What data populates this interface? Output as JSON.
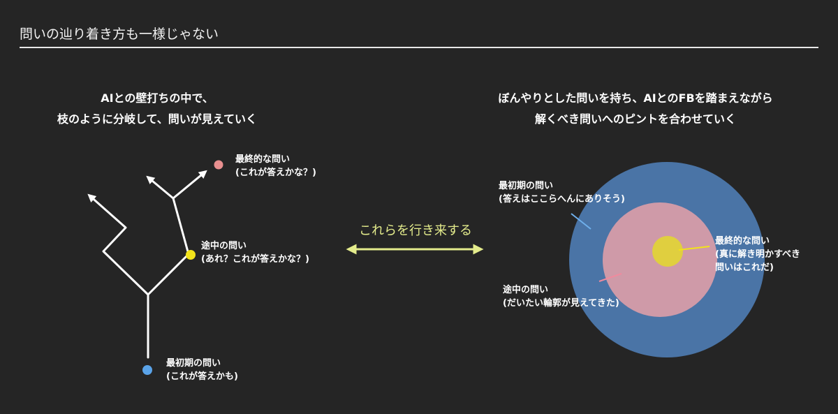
{
  "title": "問いの辿り着き方も一様じゃない",
  "left": {
    "heading": [
      "AIとの壁打ちの中で、",
      "枝のように分岐して、問いが見えていく"
    ],
    "labels": {
      "final": [
        "最終的な問い",
        "(これが答えかな？)"
      ],
      "middle": [
        "途中の問い",
        "(あれ？これが答えかな？)"
      ],
      "initial": [
        "最初期の問い",
        "(これが答えかも)"
      ]
    }
  },
  "center": {
    "label": "これらを行き来する"
  },
  "right": {
    "heading": [
      "ぼんやりとした問いを持ち、AIとのFBを踏まえながら",
      "解くべき問いへのピントを合わせていく"
    ],
    "labels": {
      "initial": [
        "最初期の問い",
        "(答えはここらへんにありそう)"
      ],
      "middle": [
        "途中の問い",
        "(だいたい輪郭が見えてきた)"
      ],
      "final": [
        "最終的な問い",
        "(真に解き明かすべき",
        "問いはこれだ)"
      ]
    }
  },
  "colors": {
    "background": "#252525",
    "outer_circle": "#4a74a6",
    "middle_circle": "#cf9aa8",
    "inner_circle": "#e0cf3f",
    "dot_final": "#e88f8f",
    "dot_middle": "#f2e31a",
    "dot_initial": "#5aa3e8",
    "arrow": "#e4ec8c"
  }
}
